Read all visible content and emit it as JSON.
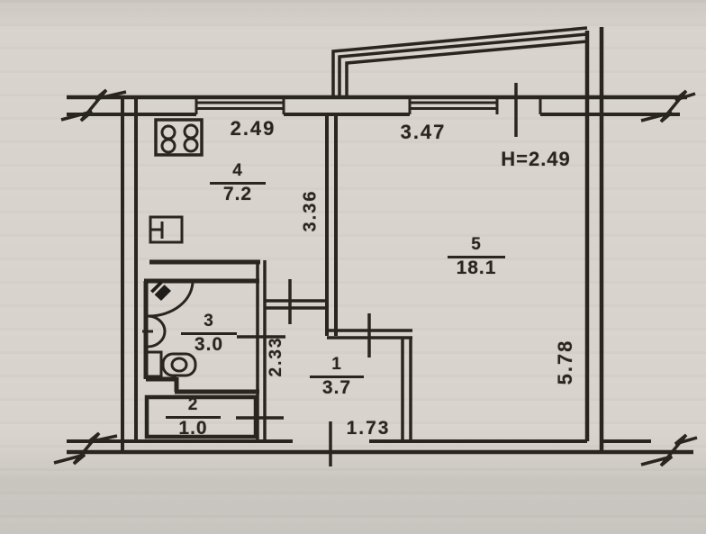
{
  "colors": {
    "paper": "#d8d3cc",
    "ink": "#29261f"
  },
  "plan": {
    "rooms": [
      {
        "number": "1",
        "area": "3.7"
      },
      {
        "number": "2",
        "area": "1.0"
      },
      {
        "number": "3",
        "area": "3.0"
      },
      {
        "number": "4",
        "area": "7.2"
      },
      {
        "number": "5",
        "area": "18.1"
      }
    ],
    "dimensions": {
      "kitchen_window": "2.49",
      "room5_window": "3.47",
      "ceiling_height": "H=2.49",
      "kitchen_side": "3.36",
      "room5_side": "5.78",
      "hall_side": "2.33",
      "hall_bottom": "1.73"
    }
  }
}
